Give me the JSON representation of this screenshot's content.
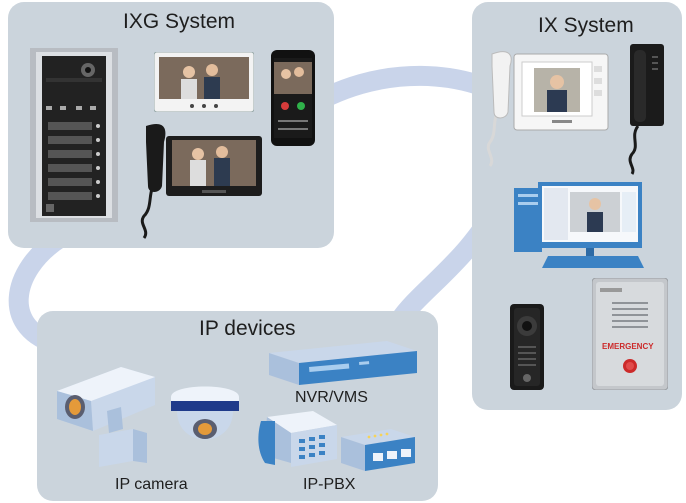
{
  "ixg_system": {
    "title": "IXG System"
  },
  "ix_system": {
    "title": "IX System",
    "emergency_label": "EMERGENCY"
  },
  "ip_devices": {
    "title": "IP devices",
    "labels": {
      "nvr": "NVR/VMS",
      "camera": "IP camera",
      "pbx": "IP-PBX"
    }
  },
  "colors": {
    "panel": "#cbd4dc",
    "connector": "#c9d4ea",
    "device_blue": "#3b82c4",
    "emergency_red": "#cc2a2a"
  }
}
